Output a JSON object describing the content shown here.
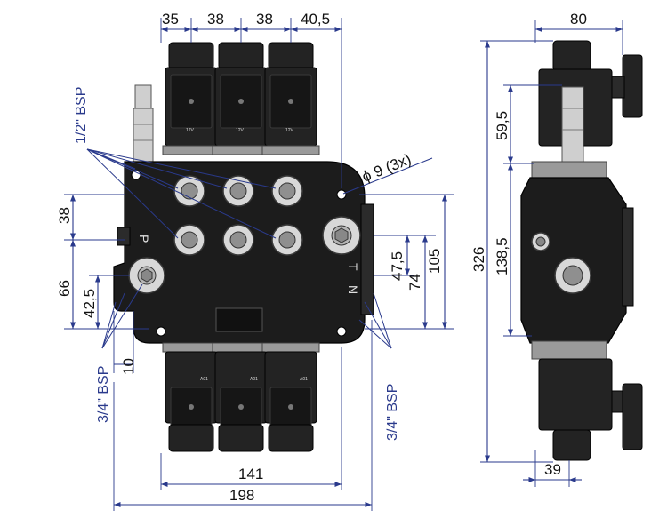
{
  "front_view": {
    "top_dims": [
      "35",
      "38",
      "38",
      "40,5"
    ],
    "port_callout_top": "1/2\" BSP",
    "hole_callout": "ϕ 9  (3x)",
    "left_dims": [
      "38",
      "66",
      "42,5"
    ],
    "bottom_small_dim": "10",
    "right_dims": [
      "47,5",
      "74",
      "105"
    ],
    "port_callout_bottom_left": "3/4\" BSP",
    "port_callout_bottom_right": "3/4\" BSP",
    "bottom_dims": [
      "141",
      "198"
    ],
    "body_letters": [
      "P",
      "T",
      "N"
    ],
    "coil_labels_top": [
      "12V",
      "12V",
      "12V"
    ],
    "coil_labels_bottom": [
      "A01",
      "A01",
      "A01"
    ]
  },
  "side_view": {
    "top_dim": "80",
    "left_dims": [
      "59,5",
      "138,5",
      "326"
    ],
    "bottom_dim": "39"
  },
  "colors": {
    "dimension_lines": "#2a3a8c",
    "body": "#1c1c1c",
    "metal": "#cfcfcf"
  }
}
